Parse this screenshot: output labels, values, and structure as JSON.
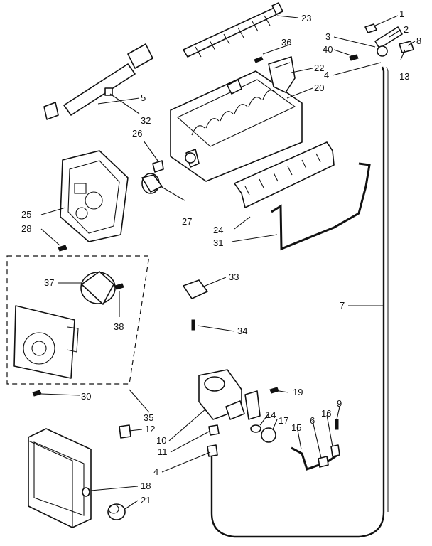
{
  "diagram": {
    "callouts": [
      {
        "id": "c1",
        "text": "1"
      },
      {
        "id": "c2",
        "text": "2"
      },
      {
        "id": "c3",
        "text": "3"
      },
      {
        "id": "c4a",
        "text": "4"
      },
      {
        "id": "c4b",
        "text": "4"
      },
      {
        "id": "c5",
        "text": "5"
      },
      {
        "id": "c6",
        "text": "6"
      },
      {
        "id": "c7",
        "text": "7"
      },
      {
        "id": "c8",
        "text": "8"
      },
      {
        "id": "c9",
        "text": "9"
      },
      {
        "id": "c10",
        "text": "10"
      },
      {
        "id": "c11",
        "text": "11"
      },
      {
        "id": "c12",
        "text": "12"
      },
      {
        "id": "c13",
        "text": "13"
      },
      {
        "id": "c14",
        "text": "14"
      },
      {
        "id": "c15",
        "text": "15"
      },
      {
        "id": "c16",
        "text": "16"
      },
      {
        "id": "c17",
        "text": "17"
      },
      {
        "id": "c18",
        "text": "18"
      },
      {
        "id": "c19",
        "text": "19"
      },
      {
        "id": "c20",
        "text": "20"
      },
      {
        "id": "c21",
        "text": "21"
      },
      {
        "id": "c22",
        "text": "22"
      },
      {
        "id": "c23",
        "text": "23"
      },
      {
        "id": "c24",
        "text": "24"
      },
      {
        "id": "c25",
        "text": "25"
      },
      {
        "id": "c26",
        "text": "26"
      },
      {
        "id": "c27",
        "text": "27"
      },
      {
        "id": "c28",
        "text": "28"
      },
      {
        "id": "c30",
        "text": "30"
      },
      {
        "id": "c31",
        "text": "31"
      },
      {
        "id": "c32",
        "text": "32"
      },
      {
        "id": "c33",
        "text": "33"
      },
      {
        "id": "c34",
        "text": "34"
      },
      {
        "id": "c35",
        "text": "35"
      },
      {
        "id": "c36",
        "text": "36"
      },
      {
        "id": "c37",
        "text": "37"
      },
      {
        "id": "c38",
        "text": "38"
      },
      {
        "id": "c40",
        "text": "40"
      }
    ]
  }
}
